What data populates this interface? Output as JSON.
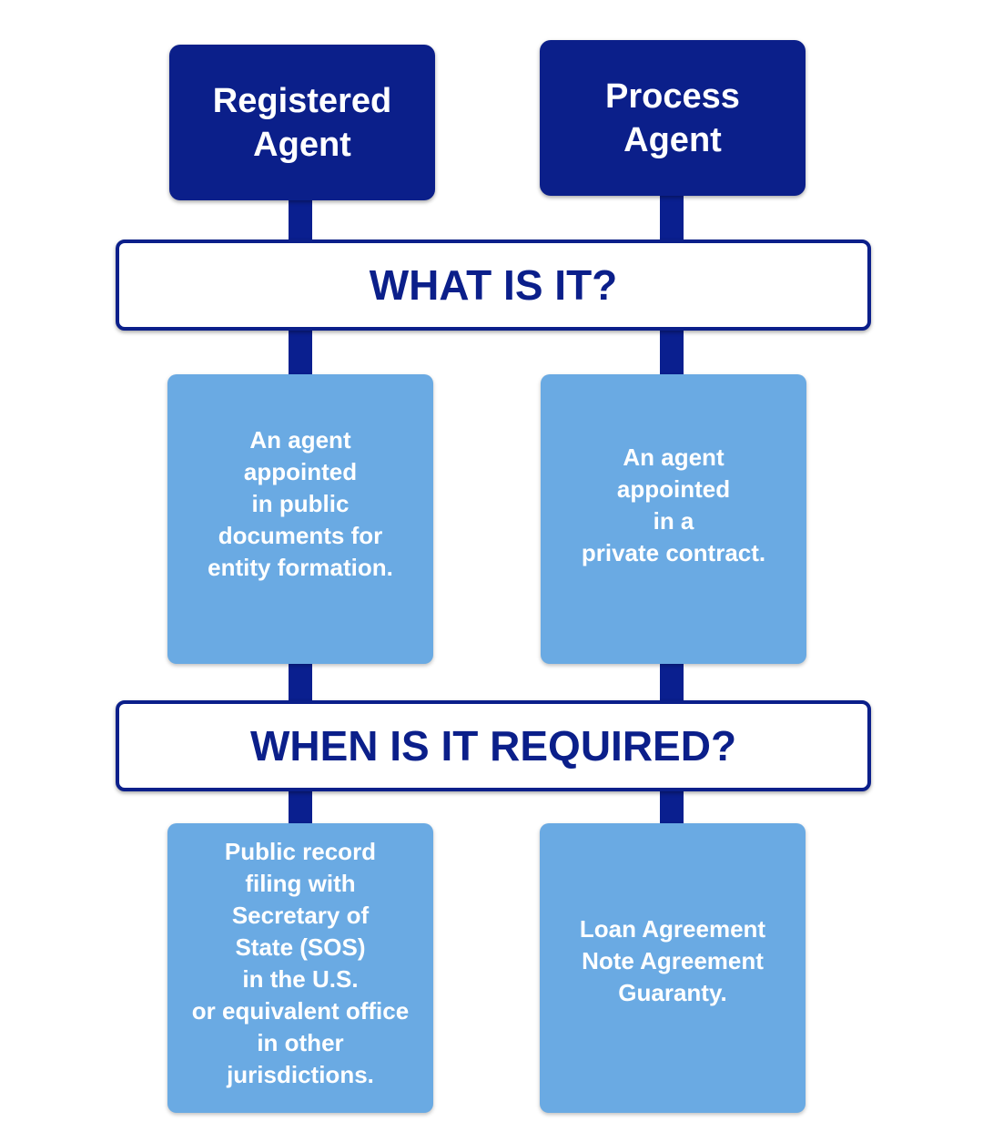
{
  "columns": {
    "left": {
      "title": "Registered\nAgent",
      "what": "An agent\nappointed\nin public\ndocuments for\nentity formation.",
      "when": "Public record\nfiling with\nSecretary of\nState (SOS)\nin the U.S.\nor equivalent office\nin other\njurisdictions."
    },
    "right": {
      "title": "Process\nAgent",
      "what": "An agent\nappointed\nin a\nprivate contract.",
      "when": "Loan Agreement\nNote Agreement\nGuaranty."
    }
  },
  "sections": {
    "what": "WHAT IS IT?",
    "when": "WHEN IS IT REQUIRED?"
  },
  "colors": {
    "navy": "#0b1f8a",
    "light_blue": "#6aaae3",
    "white": "#ffffff"
  }
}
